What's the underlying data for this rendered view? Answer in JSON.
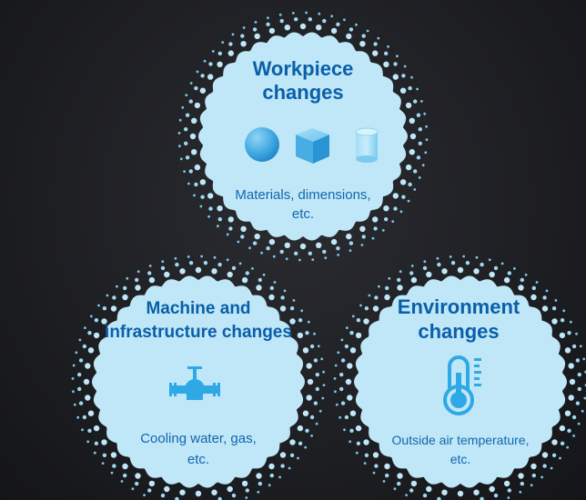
{
  "diagram": {
    "workpiece": {
      "title_line1": "Workpiece",
      "title_line2": "changes",
      "desc_line1": "Materials, dimensions,",
      "desc_line2": "etc.",
      "icons": [
        "sphere-icon",
        "cube-icon",
        "cylinder-icon"
      ]
    },
    "machine": {
      "title_line1": "Machine and",
      "title_line2": "infrastructure changes",
      "desc_line1": "Cooling water, gas,",
      "desc_line2": "etc.",
      "icon": "valve-icon"
    },
    "environment": {
      "title_line1": "Environment",
      "title_line2": "changes",
      "desc_line1": "Outside air temperature,",
      "desc_line2": "etc.",
      "icon": "thermometer-icon"
    },
    "colors": {
      "badge_fill": "#bfe7f8",
      "title": "#0a5fa9",
      "text": "#1366ae",
      "icon": "#2fa8e6",
      "background": "#1b1c20"
    }
  }
}
